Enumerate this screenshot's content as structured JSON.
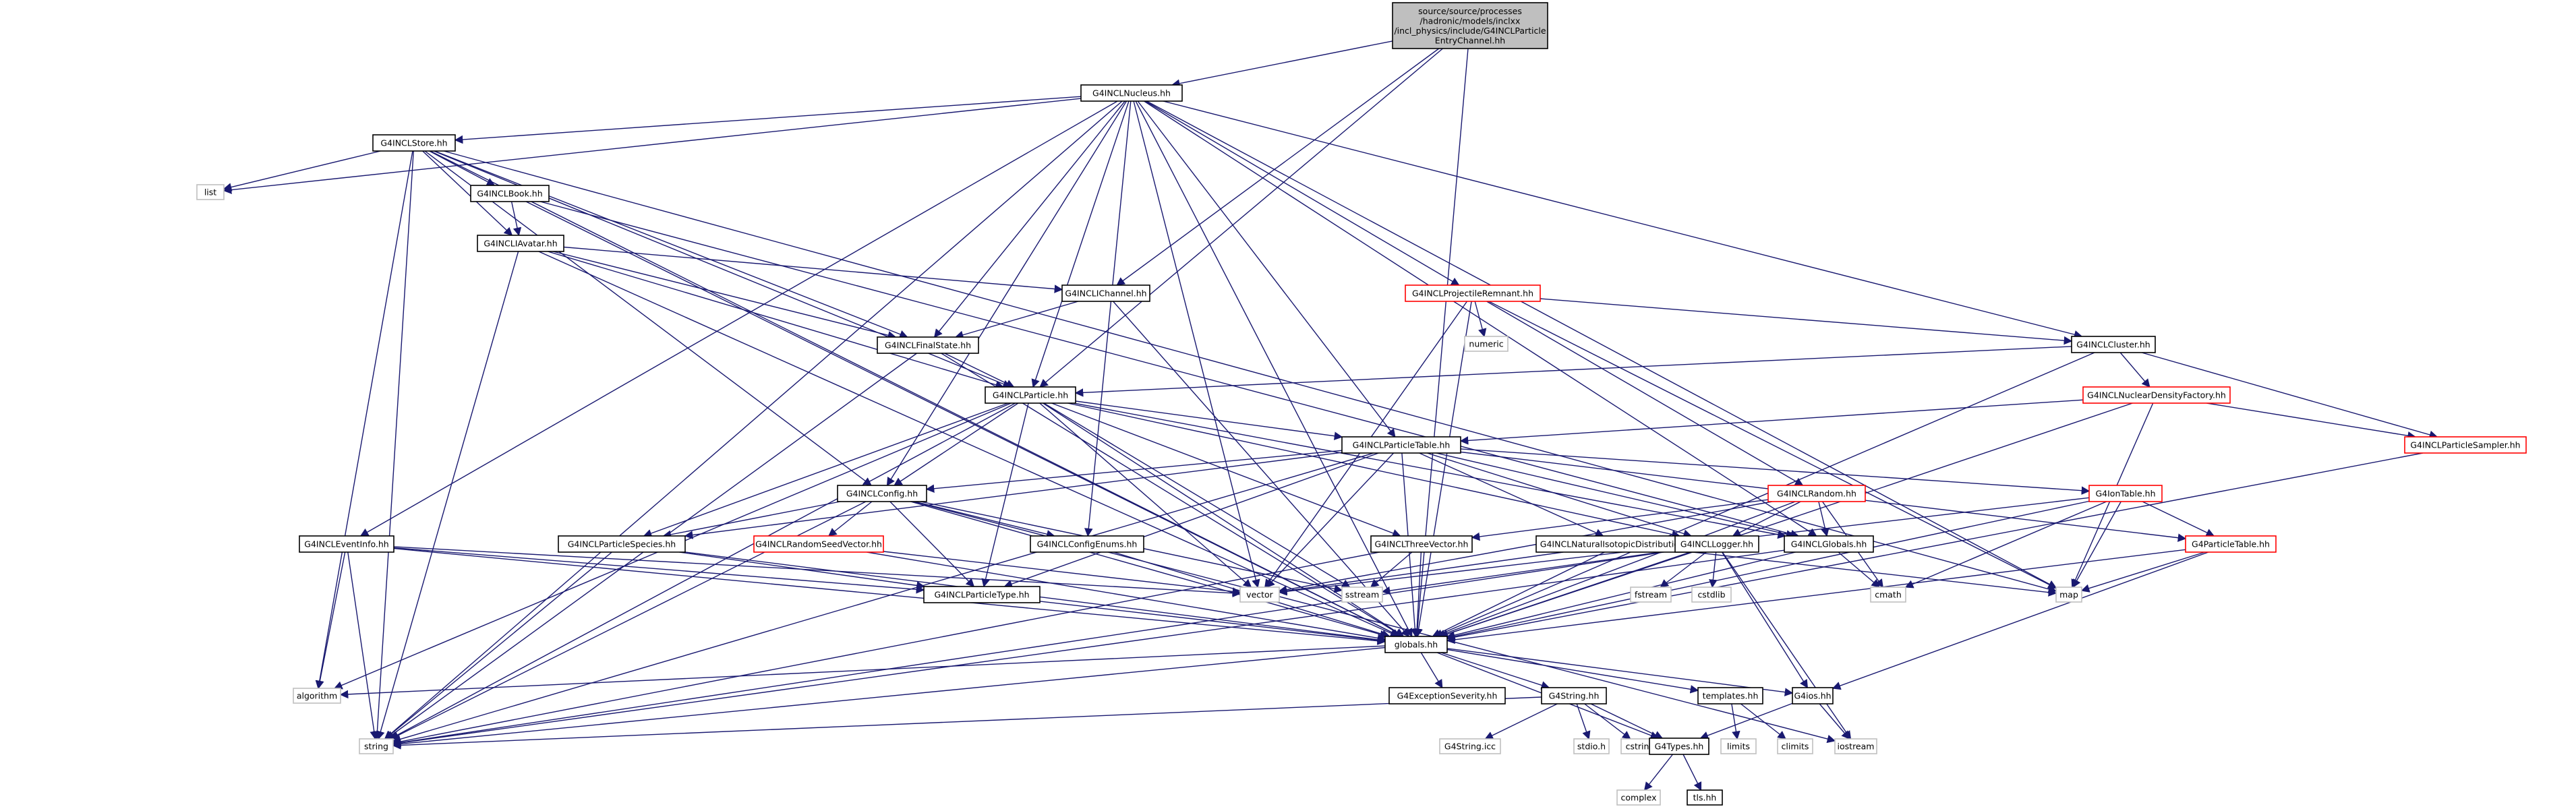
{
  "diagram": {
    "colors": {
      "edge": "#191970",
      "node_border": "#000000",
      "node_border_truncated": "#ff0000",
      "node_border_system": "#bfbfbf",
      "root_fill": "#bfbfbf",
      "node_fill": "#ffffff"
    },
    "nodes": [
      {
        "id": "root",
        "kind": "root",
        "lines": [
          "source/source/processes",
          "/hadronic/models/inclxx",
          "/incl_physics/include/G4INCLParticle",
          "EntryChannel.hh"
        ]
      },
      {
        "id": "nucleus",
        "kind": "normal",
        "lines": [
          "G4INCLNucleus.hh"
        ]
      },
      {
        "id": "store",
        "kind": "normal",
        "lines": [
          "G4INCLStore.hh"
        ]
      },
      {
        "id": "list",
        "kind": "system",
        "lines": [
          "list"
        ]
      },
      {
        "id": "book",
        "kind": "normal",
        "lines": [
          "G4INCLBook.hh"
        ]
      },
      {
        "id": "avatar",
        "kind": "normal",
        "lines": [
          "G4INCLIAvatar.hh"
        ]
      },
      {
        "id": "ichannel",
        "kind": "normal",
        "lines": [
          "G4INCLIChannel.hh"
        ]
      },
      {
        "id": "finalstate",
        "kind": "normal",
        "lines": [
          "G4INCLFinalState.hh"
        ]
      },
      {
        "id": "projremnant",
        "kind": "truncated",
        "lines": [
          "G4INCLProjectileRemnant.hh"
        ]
      },
      {
        "id": "numeric",
        "kind": "system",
        "lines": [
          "numeric"
        ]
      },
      {
        "id": "cluster",
        "kind": "normal",
        "lines": [
          "G4INCLCluster.hh"
        ]
      },
      {
        "id": "particle",
        "kind": "normal",
        "lines": [
          "G4INCLParticle.hh"
        ]
      },
      {
        "id": "ndfactory",
        "kind": "truncated",
        "lines": [
          "G4INCLNuclearDensityFactory.hh"
        ]
      },
      {
        "id": "ptable",
        "kind": "normal",
        "lines": [
          "G4INCLParticleTable.hh"
        ]
      },
      {
        "id": "psampler",
        "kind": "truncated",
        "lines": [
          "G4INCLParticleSampler.hh"
        ]
      },
      {
        "id": "config",
        "kind": "normal",
        "lines": [
          "G4INCLConfig.hh"
        ]
      },
      {
        "id": "random",
        "kind": "truncated",
        "lines": [
          "G4INCLRandom.hh"
        ]
      },
      {
        "id": "iontable",
        "kind": "truncated",
        "lines": [
          "G4IonTable.hh"
        ]
      },
      {
        "id": "eventinfo",
        "kind": "normal",
        "lines": [
          "G4INCLEventInfo.hh"
        ]
      },
      {
        "id": "pspecies",
        "kind": "normal",
        "lines": [
          "G4INCLParticleSpecies.hh"
        ]
      },
      {
        "id": "rseed",
        "kind": "truncated",
        "lines": [
          "G4INCLRandomSeedVector.hh"
        ]
      },
      {
        "id": "cenums",
        "kind": "normal",
        "lines": [
          "G4INCLConfigEnums.hh"
        ]
      },
      {
        "id": "threevec",
        "kind": "normal",
        "lines": [
          "G4INCLThreeVector.hh"
        ]
      },
      {
        "id": "natiso",
        "kind": "normal",
        "lines": [
          "G4INCLNaturalIsotopicDistributions.hh"
        ]
      },
      {
        "id": "logger",
        "kind": "normal",
        "lines": [
          "G4INCLLogger.hh"
        ]
      },
      {
        "id": "globals",
        "kind": "normal",
        "lines": [
          "G4INCLGlobals.hh"
        ]
      },
      {
        "id": "g4ptable",
        "kind": "truncated",
        "lines": [
          "G4ParticleTable.hh"
        ]
      },
      {
        "id": "ptype",
        "kind": "normal",
        "lines": [
          "G4INCLParticleType.hh"
        ]
      },
      {
        "id": "vector",
        "kind": "system",
        "lines": [
          "vector"
        ]
      },
      {
        "id": "sstream",
        "kind": "system",
        "lines": [
          "sstream"
        ]
      },
      {
        "id": "fstream",
        "kind": "system",
        "lines": [
          "fstream"
        ]
      },
      {
        "id": "cstdlib",
        "kind": "system",
        "lines": [
          "cstdlib"
        ]
      },
      {
        "id": "cmath",
        "kind": "system",
        "lines": [
          "cmath"
        ]
      },
      {
        "id": "map",
        "kind": "system",
        "lines": [
          "map"
        ]
      },
      {
        "id": "globalshh",
        "kind": "normal",
        "lines": [
          "globals.hh"
        ]
      },
      {
        "id": "algorithm",
        "kind": "system",
        "lines": [
          "algorithm"
        ]
      },
      {
        "id": "exseverity",
        "kind": "normal",
        "lines": [
          "G4ExceptionSeverity.hh"
        ]
      },
      {
        "id": "g4string",
        "kind": "normal",
        "lines": [
          "G4String.hh"
        ]
      },
      {
        "id": "templates",
        "kind": "normal",
        "lines": [
          "templates.hh"
        ]
      },
      {
        "id": "g4ios",
        "kind": "normal",
        "lines": [
          "G4ios.hh"
        ]
      },
      {
        "id": "string",
        "kind": "system",
        "lines": [
          "string"
        ]
      },
      {
        "id": "g4stringicc",
        "kind": "system",
        "lines": [
          "G4String.icc"
        ]
      },
      {
        "id": "stdioh",
        "kind": "system",
        "lines": [
          "stdio.h"
        ]
      },
      {
        "id": "cstring",
        "kind": "system",
        "lines": [
          "cstring"
        ]
      },
      {
        "id": "g4types",
        "kind": "normal",
        "lines": [
          "G4Types.hh"
        ]
      },
      {
        "id": "limits",
        "kind": "system",
        "lines": [
          "limits"
        ]
      },
      {
        "id": "climits",
        "kind": "system",
        "lines": [
          "climits"
        ]
      },
      {
        "id": "iostream",
        "kind": "system",
        "lines": [
          "iostream"
        ]
      },
      {
        "id": "complex",
        "kind": "system",
        "lines": [
          "complex"
        ]
      },
      {
        "id": "tlshh",
        "kind": "normal",
        "lines": [
          "tls.hh"
        ]
      }
    ],
    "edges": [
      [
        "root",
        "nucleus"
      ],
      [
        "root",
        "ichannel"
      ],
      [
        "root",
        "particle"
      ],
      [
        "root",
        "globalshh"
      ],
      [
        "nucleus",
        "store"
      ],
      [
        "nucleus",
        "list"
      ],
      [
        "nucleus",
        "finalstate"
      ],
      [
        "nucleus",
        "particle"
      ],
      [
        "nucleus",
        "projremnant"
      ],
      [
        "nucleus",
        "cluster"
      ],
      [
        "nucleus",
        "ptable"
      ],
      [
        "nucleus",
        "config"
      ],
      [
        "nucleus",
        "cenums"
      ],
      [
        "nucleus",
        "eventinfo"
      ],
      [
        "nucleus",
        "globals"
      ],
      [
        "nucleus",
        "vector"
      ],
      [
        "nucleus",
        "string"
      ],
      [
        "nucleus",
        "globalshh"
      ],
      [
        "nucleus",
        "map"
      ],
      [
        "store",
        "list"
      ],
      [
        "store",
        "book"
      ],
      [
        "store",
        "avatar"
      ],
      [
        "store",
        "particle"
      ],
      [
        "store",
        "finalstate"
      ],
      [
        "store",
        "config"
      ],
      [
        "store",
        "string"
      ],
      [
        "store",
        "algorithm"
      ],
      [
        "store",
        "map"
      ],
      [
        "store",
        "globalshh"
      ],
      [
        "book",
        "avatar"
      ],
      [
        "book",
        "globalshh"
      ],
      [
        "book",
        "globals"
      ],
      [
        "avatar",
        "ichannel"
      ],
      [
        "avatar",
        "finalstate"
      ],
      [
        "avatar",
        "particle"
      ],
      [
        "avatar",
        "globalshh"
      ],
      [
        "avatar",
        "string"
      ],
      [
        "ichannel",
        "finalstate"
      ],
      [
        "ichannel",
        "globalshh"
      ],
      [
        "finalstate",
        "particle"
      ],
      [
        "finalstate",
        "string"
      ],
      [
        "finalstate",
        "globalshh"
      ],
      [
        "projremnant",
        "numeric"
      ],
      [
        "projremnant",
        "cluster"
      ],
      [
        "projremnant",
        "random"
      ],
      [
        "projremnant",
        "vector"
      ],
      [
        "projremnant",
        "map"
      ],
      [
        "projremnant",
        "globalshh"
      ],
      [
        "cluster",
        "particle"
      ],
      [
        "cluster",
        "ndfactory"
      ],
      [
        "cluster",
        "psampler"
      ],
      [
        "cluster",
        "globalshh"
      ],
      [
        "ndfactory",
        "ptable"
      ],
      [
        "ndfactory",
        "psampler"
      ],
      [
        "ndfactory",
        "map"
      ],
      [
        "ndfactory",
        "globalshh"
      ],
      [
        "psampler",
        "globalshh"
      ],
      [
        "particle",
        "ptable"
      ],
      [
        "particle",
        "config"
      ],
      [
        "particle",
        "pspecies"
      ],
      [
        "particle",
        "threevec"
      ],
      [
        "particle",
        "globals"
      ],
      [
        "particle",
        "logger"
      ],
      [
        "particle",
        "ptype"
      ],
      [
        "particle",
        "vector"
      ],
      [
        "particle",
        "sstream"
      ],
      [
        "particle",
        "string"
      ],
      [
        "particle",
        "algorithm"
      ],
      [
        "particle",
        "globalshh"
      ],
      [
        "ptable",
        "config"
      ],
      [
        "ptable",
        "pspecies"
      ],
      [
        "ptable",
        "ptype"
      ],
      [
        "ptable",
        "iontable"
      ],
      [
        "ptable",
        "g4ptable"
      ],
      [
        "ptable",
        "logger"
      ],
      [
        "ptable",
        "globals"
      ],
      [
        "ptable",
        "natiso"
      ],
      [
        "ptable",
        "vector"
      ],
      [
        "ptable",
        "string"
      ],
      [
        "ptable",
        "globalshh"
      ],
      [
        "config",
        "pspecies"
      ],
      [
        "config",
        "cenums"
      ],
      [
        "config",
        "rseed"
      ],
      [
        "config",
        "ptype"
      ],
      [
        "config",
        "iostream"
      ],
      [
        "config",
        "sstream"
      ],
      [
        "config",
        "string"
      ],
      [
        "config",
        "globalshh"
      ],
      [
        "random",
        "threevec"
      ],
      [
        "random",
        "logger"
      ],
      [
        "random",
        "globals"
      ],
      [
        "random",
        "cmath"
      ],
      [
        "random",
        "vector"
      ],
      [
        "random",
        "globalshh"
      ],
      [
        "iontable",
        "cmath"
      ],
      [
        "iontable",
        "map"
      ],
      [
        "iontable",
        "g4ptable"
      ],
      [
        "iontable",
        "vector"
      ],
      [
        "iontable",
        "globalshh"
      ],
      [
        "g4ptable",
        "map"
      ],
      [
        "g4ptable",
        "g4ios"
      ],
      [
        "g4ptable",
        "globalshh"
      ],
      [
        "eventinfo",
        "ptype"
      ],
      [
        "eventinfo",
        "algorithm"
      ],
      [
        "eventinfo",
        "string"
      ],
      [
        "eventinfo",
        "vector"
      ],
      [
        "eventinfo",
        "globalshh"
      ],
      [
        "pspecies",
        "ptype"
      ],
      [
        "pspecies",
        "string"
      ],
      [
        "pspecies",
        "globalshh"
      ],
      [
        "rseed",
        "vector"
      ],
      [
        "rseed",
        "globalshh"
      ],
      [
        "cenums",
        "globalshh"
      ],
      [
        "threevec",
        "sstream"
      ],
      [
        "threevec",
        "string"
      ],
      [
        "threevec",
        "globalshh"
      ],
      [
        "natiso",
        "map"
      ],
      [
        "natiso",
        "vector"
      ],
      [
        "natiso",
        "globalshh"
      ],
      [
        "logger",
        "fstream"
      ],
      [
        "logger",
        "cstdlib"
      ],
      [
        "logger",
        "sstream"
      ],
      [
        "logger",
        "string"
      ],
      [
        "logger",
        "g4ios"
      ],
      [
        "logger",
        "iostream"
      ],
      [
        "logger",
        "globalshh"
      ],
      [
        "globals",
        "cmath"
      ],
      [
        "globals",
        "string"
      ],
      [
        "globals",
        "globalshh"
      ],
      [
        "ptype",
        "globalshh"
      ],
      [
        "globalshh",
        "algorithm"
      ],
      [
        "globalshh",
        "exseverity"
      ],
      [
        "globalshh",
        "g4string"
      ],
      [
        "globalshh",
        "templates"
      ],
      [
        "globalshh",
        "g4ios"
      ],
      [
        "globalshh",
        "g4types"
      ],
      [
        "globalshh",
        "string"
      ],
      [
        "g4string",
        "g4stringicc"
      ],
      [
        "g4string",
        "stdioh"
      ],
      [
        "g4string",
        "cstring"
      ],
      [
        "g4string",
        "g4types"
      ],
      [
        "g4string",
        "string"
      ],
      [
        "templates",
        "limits"
      ],
      [
        "templates",
        "climits"
      ],
      [
        "g4ios",
        "g4types"
      ],
      [
        "g4ios",
        "iostream"
      ],
      [
        "g4types",
        "complex"
      ],
      [
        "g4types",
        "tlshh"
      ]
    ]
  }
}
